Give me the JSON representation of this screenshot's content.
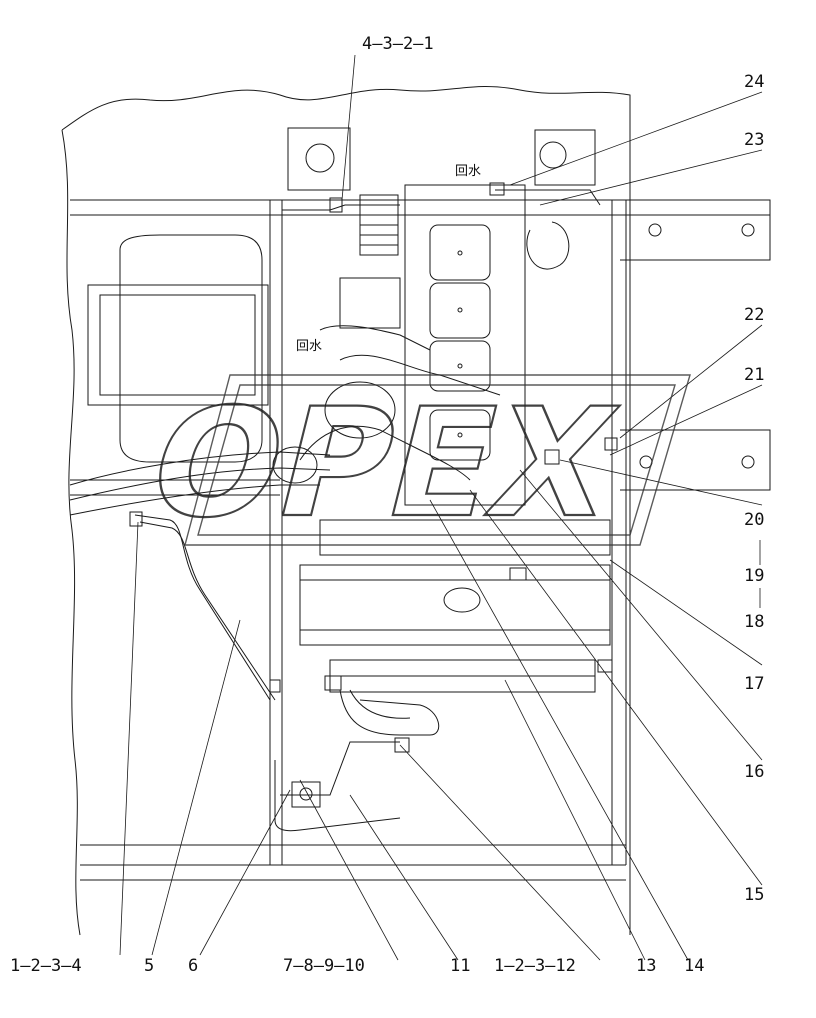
{
  "callouts": {
    "top_chain": "4—3—2—1",
    "c24": "24",
    "c23": "23",
    "c22": "22",
    "c21": "21",
    "c20": "20",
    "c19": "19",
    "c18": "18",
    "c17": "17",
    "c16": "16",
    "c15": "15",
    "bottom_chain_left": "1—2—3—4",
    "c5": "5",
    "c6": "6",
    "bottom_chain_mid": "7—8—9—10",
    "c11": "11",
    "bottom_chain_right": "1—2—3—12",
    "c13": "13",
    "c14": "14"
  },
  "markings": {
    "return_water_top": "回水",
    "return_water_left": "回水"
  },
  "watermark": {
    "text": "OPEX"
  }
}
